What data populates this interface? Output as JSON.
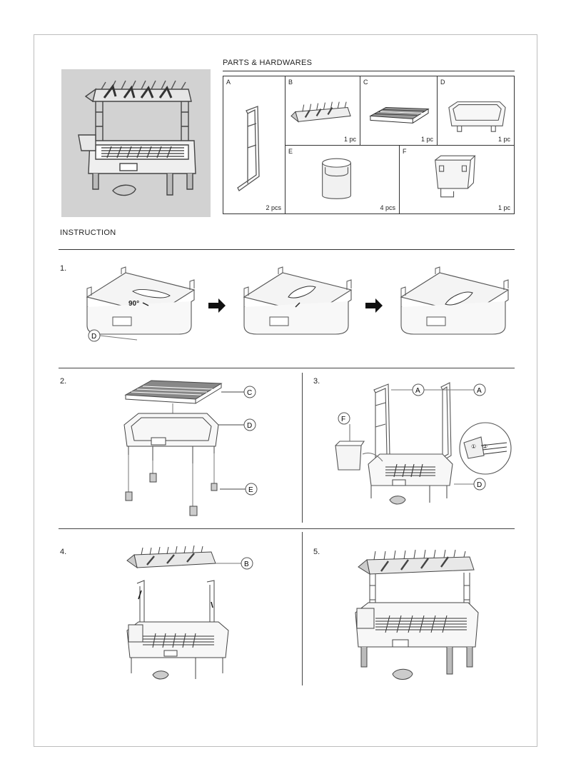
{
  "parts": {
    "title": "PARTS & HARDWARES",
    "cells": [
      {
        "letter": "A",
        "qty": "2 pcs"
      },
      {
        "letter": "B",
        "qty": "1 pc"
      },
      {
        "letter": "C",
        "qty": "1 pc"
      },
      {
        "letter": "D",
        "qty": "1 pc"
      },
      {
        "letter": "E",
        "qty": "4 pcs"
      },
      {
        "letter": "F",
        "qty": "1 pc"
      }
    ]
  },
  "instruction": {
    "title": "INSTRUCTION",
    "steps": [
      {
        "number": "1.",
        "angle": "90°",
        "callouts": [
          "D"
        ]
      },
      {
        "number": "2.",
        "callouts": [
          "C",
          "D",
          "E"
        ]
      },
      {
        "number": "3.",
        "callouts": [
          "A",
          "A",
          "F",
          "D"
        ],
        "detail_marks": [
          "①",
          "②"
        ]
      },
      {
        "number": "4.",
        "callouts": [
          "B"
        ]
      },
      {
        "number": "5."
      }
    ]
  },
  "colors": {
    "line": "#333333",
    "hero_bg": "#d2d2d2",
    "fill_light": "#f4f4f4",
    "fill_dark": "#555555"
  }
}
